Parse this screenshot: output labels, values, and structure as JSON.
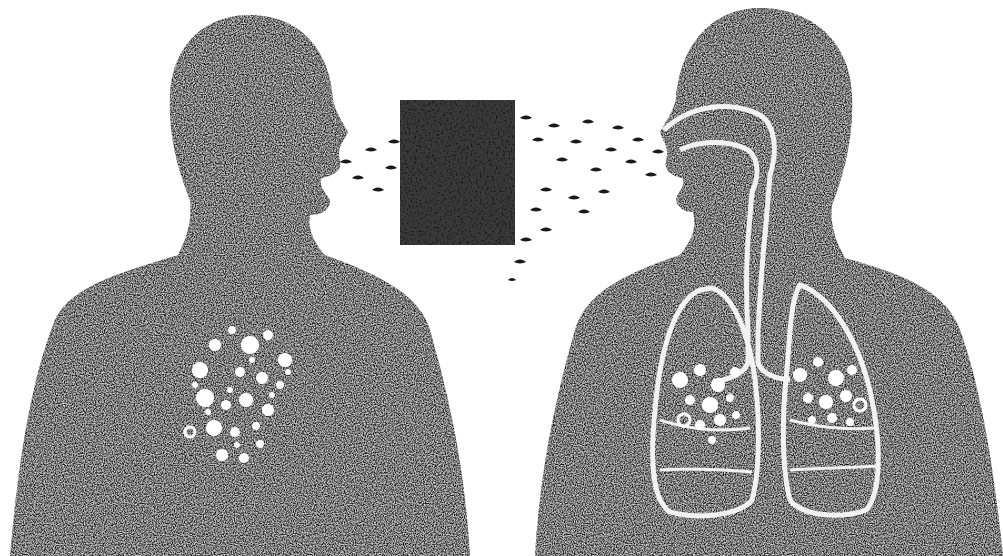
{
  "scene": {
    "description_visible_text": "",
    "colors": {
      "background": "#ffffff",
      "silhouette": "#0a0a0a",
      "organ_outline": "#f2f2f2",
      "organ_fill": "#141414",
      "particles": "#ffffff"
    },
    "figures": [
      {
        "role": "source-person",
        "icon": "human-silhouette-facing-right"
      },
      {
        "role": "receiving-person",
        "icon": "human-silhouette-with-respiratory-system-facing-left"
      }
    ]
  }
}
